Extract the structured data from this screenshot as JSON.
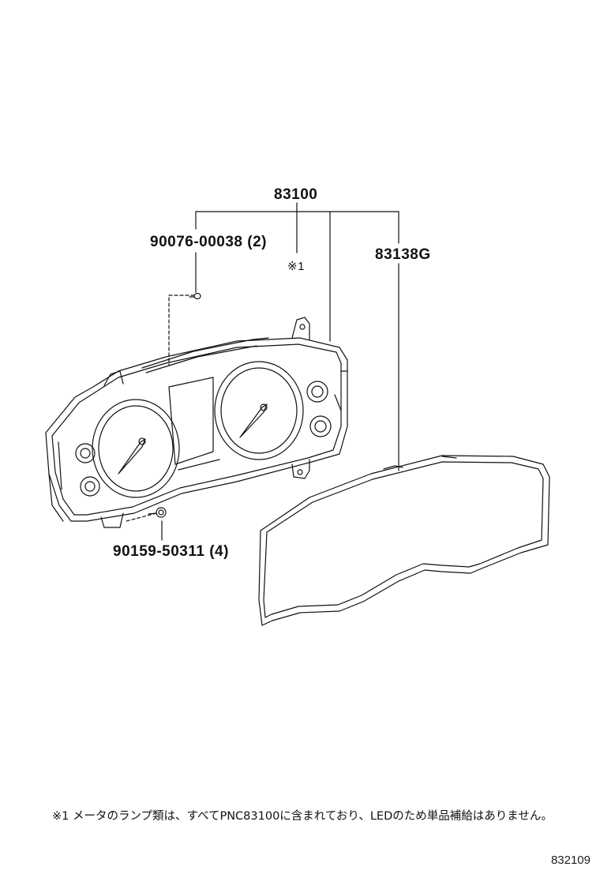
{
  "labels": {
    "main_part": "83100",
    "screw_part": "90076-00038 (2)",
    "note_marker": "※1",
    "glass_part": "83138G",
    "bolt_part": "90159-50311 (4)"
  },
  "footnote": "※1 メータのランプ類は、すべてPNC83100に含まれており、LEDのため単品補給はありません。",
  "diagram_code": "832109"
}
